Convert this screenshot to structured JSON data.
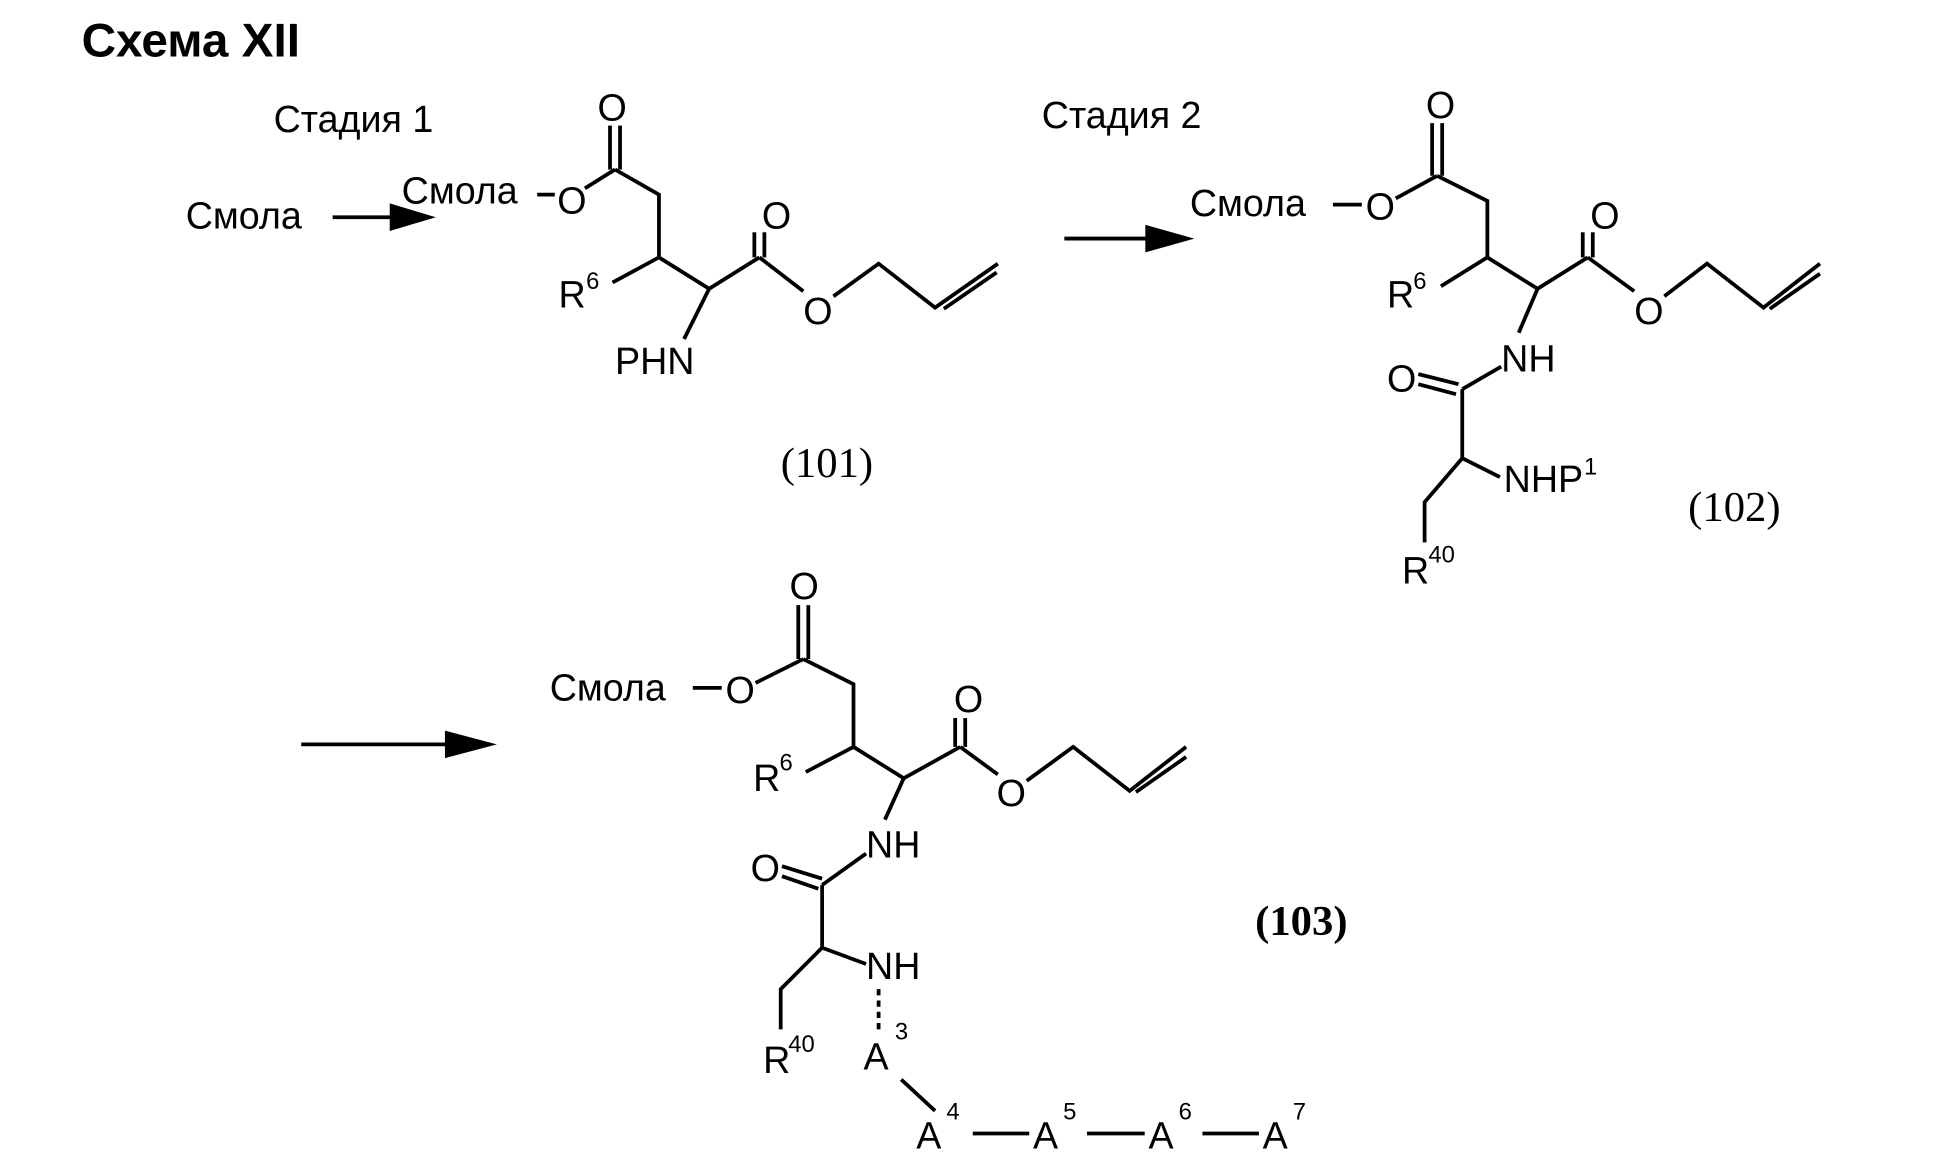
{
  "title": "Схема XII",
  "stages": {
    "stage1": "Стадия 1",
    "stage2": "Стадия 2"
  },
  "reagents": {
    "resin": "Смола"
  },
  "atoms": {
    "O": "O",
    "PHN": "PHN",
    "NH": "NH",
    "NHP": "NHP",
    "R": "R",
    "A": "A",
    "sup_6": "6",
    "sup_40": "40",
    "sup_1": "1",
    "sup_3": "3",
    "sup_4": "4",
    "sup_5": "5",
    "sup_7": "7"
  },
  "compounds": {
    "c101": "(101)",
    "c102": "(102)",
    "c103": "(103)"
  },
  "colors": {
    "ink": "#000000",
    "background": "#ffffff"
  }
}
